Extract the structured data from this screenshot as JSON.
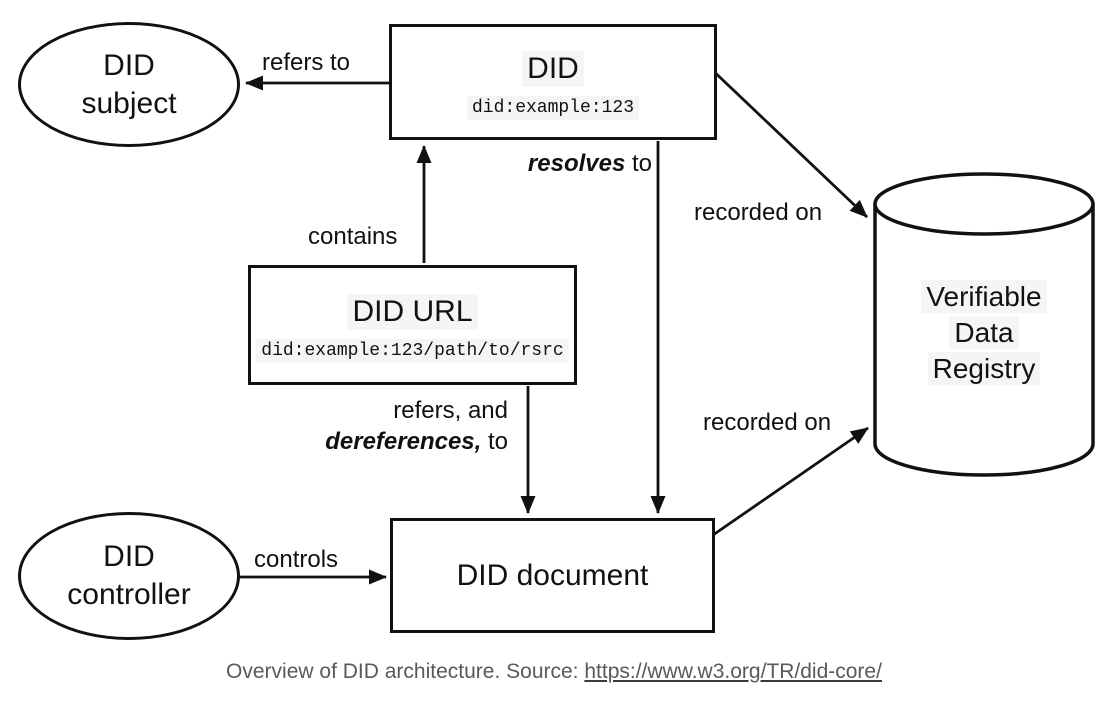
{
  "diagram": {
    "nodes": {
      "did_subject": {
        "line1": "DID",
        "line2": "subject"
      },
      "did": {
        "title": "DID",
        "value": "did:example:123"
      },
      "did_url": {
        "title": "DID URL",
        "value": "did:example:123/path/to/rsrc"
      },
      "did_document": {
        "title": "DID document"
      },
      "did_controller": {
        "line1": "DID",
        "line2": "controller"
      },
      "registry": {
        "line1": "Verifiable",
        "line2": "Data",
        "line3": "Registry"
      }
    },
    "edges": {
      "refers_to": "refers to",
      "contains": "contains",
      "resolves_em": "resolves",
      "resolves_rest": " to",
      "recorded_on_top": "recorded on",
      "recorded_on_bottom": "recorded on",
      "deref_line1": "refers, and",
      "deref_em": "dereferences,",
      "deref_rest": " to",
      "controls": "controls"
    },
    "colors": {
      "line": "#111111",
      "caption_text": "#595959",
      "text_highlight": "#f5f5f5"
    }
  },
  "caption": {
    "prefix": "Overview of DID architecture. Source: ",
    "link_text": "https://www.w3.org/TR/did-core/"
  }
}
